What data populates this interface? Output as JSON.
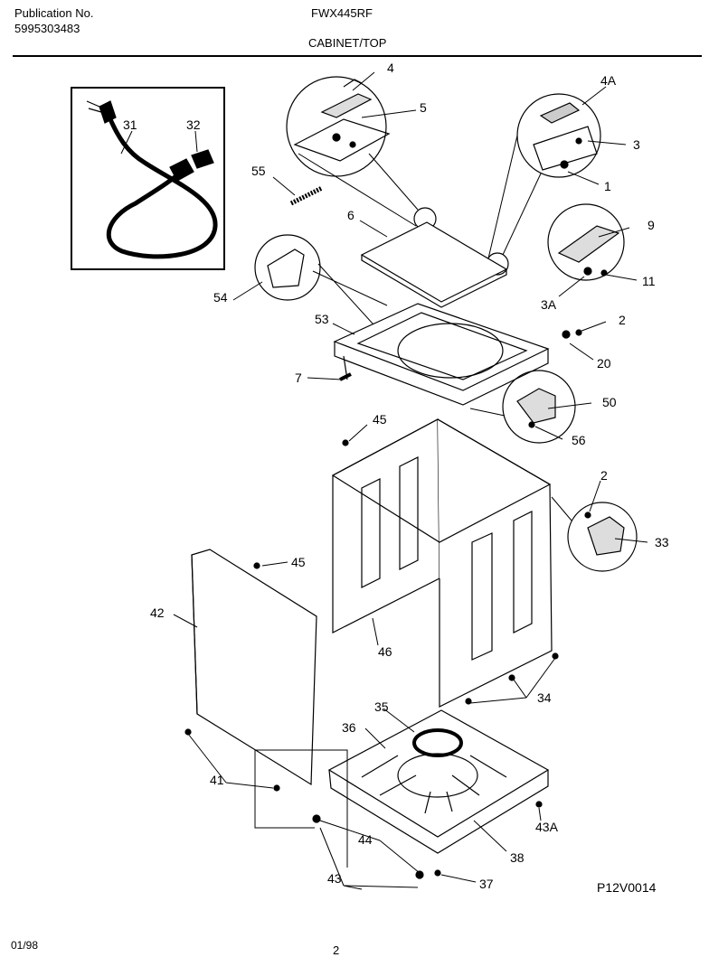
{
  "header": {
    "publication_label": "Publication No.",
    "publication_number": "5995303483",
    "model": "FWX445RF",
    "section": "CABINET/TOP"
  },
  "footer": {
    "date": "01/98",
    "page": "2"
  },
  "diagram_code": "P12V0014",
  "callouts": {
    "c31": "31",
    "c32": "32",
    "c55": "55",
    "c6": "6",
    "c4": "4",
    "c5": "5",
    "c4A": "4A",
    "c3": "3",
    "c1": "1",
    "c9": "9",
    "c11": "11",
    "c3A": "3A",
    "c54": "54",
    "c53": "53",
    "c2a": "2",
    "c20": "20",
    "c7": "7",
    "c50": "50",
    "c56": "56",
    "c45a": "45",
    "c2b": "2",
    "c33": "33",
    "c45b": "45",
    "c42": "42",
    "c46": "46",
    "c34": "34",
    "c35": "35",
    "c36": "36",
    "c41": "41",
    "c43A": "43A",
    "c38": "38",
    "c44": "44",
    "c43": "43",
    "c37": "37"
  }
}
